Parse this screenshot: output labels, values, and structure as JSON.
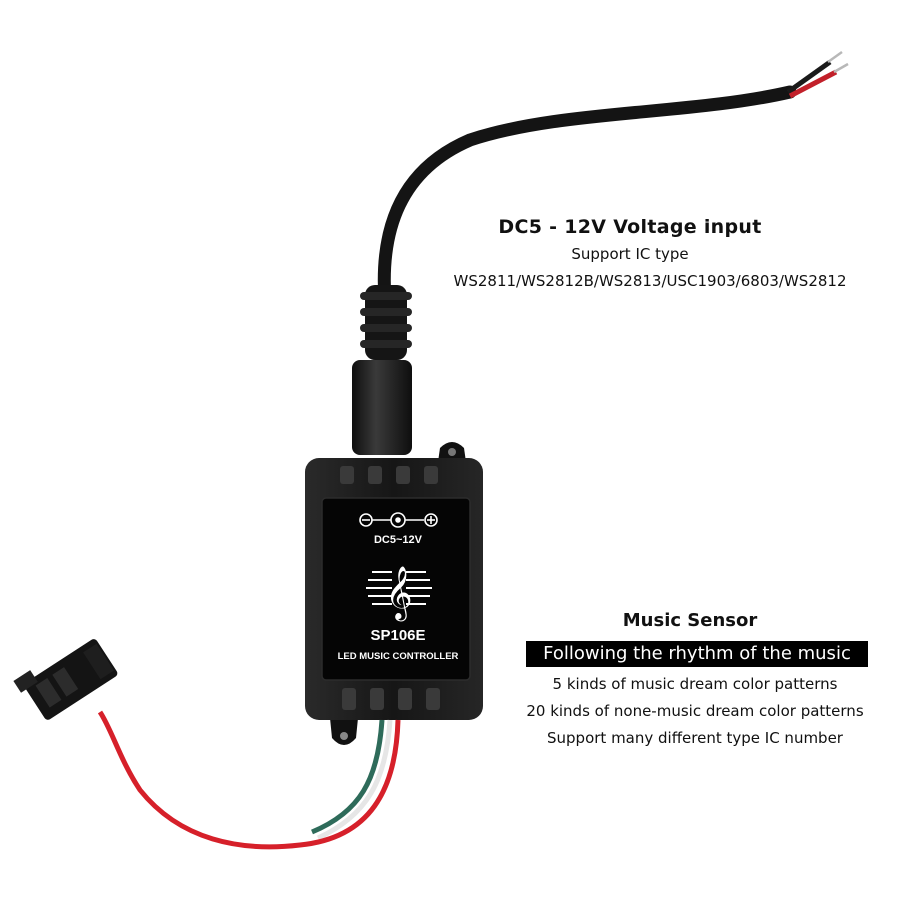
{
  "power": {
    "title": "DC5 - 12V Voltage input",
    "subtitle": "Support IC type",
    "ic_types": "WS2811/WS2812B/WS2813/USC1903/6803/WS2812"
  },
  "music": {
    "title": "Music Sensor",
    "highlight": "Following the rhythm of the music",
    "features": [
      "5 kinds of music dream color patterns",
      "20 kinds of none-music dream color patterns",
      "Support many different type IC number"
    ]
  },
  "device": {
    "voltage_label": "DC5~12V",
    "model": "SP106E",
    "name": "LED MUSIC CONTROLLER",
    "icon": "treble-clef-icon",
    "body_color": "#1b1b1b",
    "red_wire_color": "#d6202a",
    "green_wire_color": "#2e6b5a"
  }
}
